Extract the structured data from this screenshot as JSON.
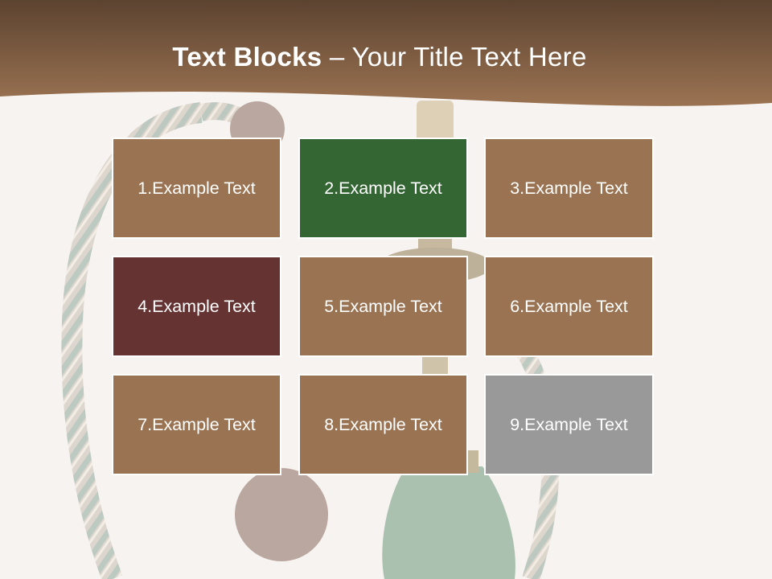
{
  "slide": {
    "title_bold": "Text Blocks",
    "title_dash": " – ",
    "title_rest": "Your Title Text Here"
  },
  "colors": {
    "header_dark": "#5c4330",
    "header_light": "#9b7352",
    "block_brown": "#9a7352",
    "block_green": "#336633",
    "block_maroon": "#663333",
    "block_gray": "#999999"
  },
  "blocks": [
    {
      "label": "1.Example Text",
      "color": "#9a7352"
    },
    {
      "label": "2.Example Text",
      "color": "#336633"
    },
    {
      "label": "3.Example Text",
      "color": "#9a7352"
    },
    {
      "label": "4.Example Text",
      "color": "#663333"
    },
    {
      "label": "5.Example Text",
      "color": "#9a7352"
    },
    {
      "label": "6.Example Text",
      "color": "#9a7352"
    },
    {
      "label": "7.Example Text",
      "color": "#9a7352"
    },
    {
      "label": "8.Example Text",
      "color": "#9a7352"
    },
    {
      "label": "9.Example Text",
      "color": "#999999"
    }
  ]
}
